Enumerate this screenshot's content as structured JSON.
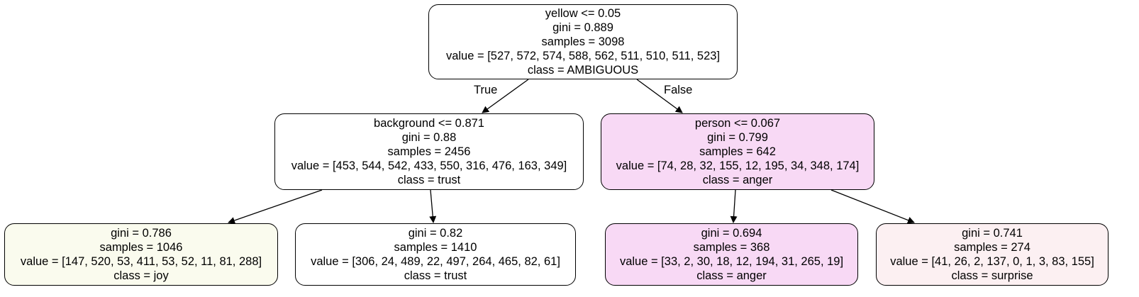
{
  "tree": {
    "nodes": [
      {
        "id": "root",
        "fill": "#ffffff",
        "lines": [
          "yellow <= 0.05",
          "gini = 0.889",
          "samples = 3098",
          "value = [527, 572, 574, 588, 562, 511, 510, 511, 523]",
          "class = AMBIGUOUS"
        ]
      },
      {
        "id": "left",
        "fill": "#ffffff",
        "lines": [
          "background <= 0.871",
          "gini = 0.88",
          "samples = 2456",
          "value = [453, 544, 542, 433, 550, 316, 476, 163, 349]",
          "class = trust"
        ]
      },
      {
        "id": "right",
        "fill": "#f8d9f5",
        "lines": [
          "person <= 0.067",
          "gini = 0.799",
          "samples = 642",
          "value = [74, 28, 32, 155, 12, 195, 34, 348, 174]",
          "class = anger"
        ]
      },
      {
        "id": "left-left",
        "fill": "#fafbee",
        "lines": [
          "gini = 0.786",
          "samples = 1046",
          "value = [147, 520, 53, 411, 53, 52, 11, 81, 288]",
          "class = joy"
        ]
      },
      {
        "id": "left-right",
        "fill": "#ffffff",
        "lines": [
          "gini = 0.82",
          "samples = 1410",
          "value = [306, 24, 489, 22, 497, 264, 465, 82, 61]",
          "class = trust"
        ]
      },
      {
        "id": "right-left",
        "fill": "#f8d9f5",
        "lines": [
          "gini = 0.694",
          "samples = 368",
          "value = [33, 2, 30, 18, 12, 194, 31, 265, 19]",
          "class = anger"
        ]
      },
      {
        "id": "right-right",
        "fill": "#fcf0f2",
        "lines": [
          "gini = 0.741",
          "samples = 274",
          "value = [41, 26, 2, 137, 0, 1, 3, 83, 155]",
          "class = surprise"
        ]
      }
    ],
    "edges": [
      {
        "from": "root",
        "to": "left",
        "label": "True"
      },
      {
        "from": "root",
        "to": "right",
        "label": "False"
      },
      {
        "from": "left",
        "to": "left-left",
        "label": ""
      },
      {
        "from": "left",
        "to": "left-right",
        "label": ""
      },
      {
        "from": "right",
        "to": "right-left",
        "label": ""
      },
      {
        "from": "right",
        "to": "right-right",
        "label": ""
      }
    ]
  }
}
